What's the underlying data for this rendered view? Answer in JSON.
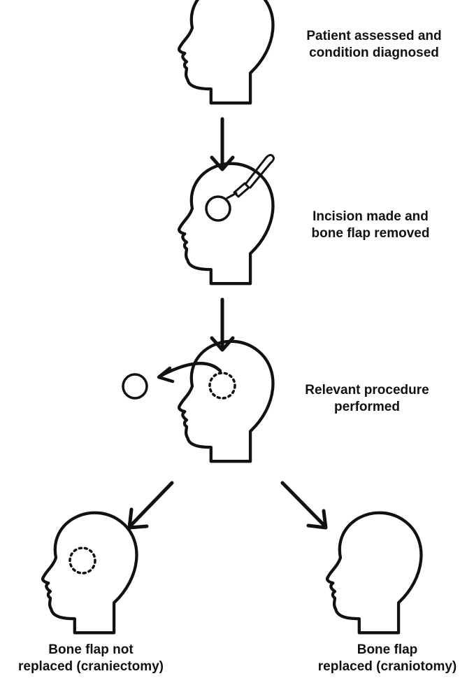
{
  "steps": [
    {
      "line1": "Patient assessed and",
      "line2": "condition diagnosed"
    },
    {
      "line1": "Incision made and",
      "line2": "bone flap removed"
    },
    {
      "line1": "Relevant procedure",
      "line2": "performed"
    }
  ],
  "outcomes": [
    {
      "line1": "Bone flap not",
      "line2": "replaced (craniectomy)"
    },
    {
      "line1": "Bone flap",
      "line2": "replaced (craniotomy)"
    }
  ],
  "colors": {
    "stroke": "#111111",
    "background": "#ffffff"
  },
  "icons": [
    "head-profile-icon",
    "scalpel-icon",
    "bone-flap-icon",
    "dotted-circle-icon",
    "arrow-icon"
  ]
}
